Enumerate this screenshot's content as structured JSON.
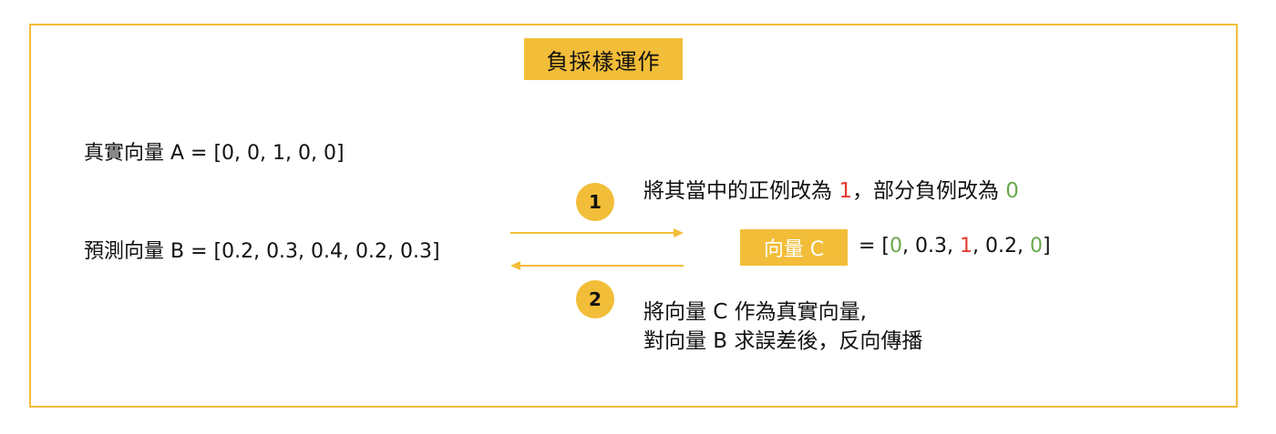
{
  "title": "負採樣運作",
  "vector_a": "真實向量 A = [0, 0, 1, 0, 0]",
  "vector_b": "預測向量 B = [0.2, 0.3, 0.4, 0.2, 0.3]",
  "step1": {
    "number": "1",
    "text_pre": "將其當中的正例改為 ",
    "positive_value": "1",
    "text_mid": "，部分負例改為 ",
    "negative_value": "0"
  },
  "vector_c": {
    "label": "向量 C",
    "equals": " = [",
    "values": [
      "0",
      "0.3",
      "1",
      "0.2",
      "0"
    ],
    "close": "]"
  },
  "step2": {
    "number": "2",
    "line1": "將向量 C 作為真實向量,",
    "line2": "對向量 B 求誤差後，反向傳播"
  },
  "colors": {
    "accent": "#f2bd38",
    "positive": "#e53a2e",
    "negative": "#6aa84f"
  }
}
